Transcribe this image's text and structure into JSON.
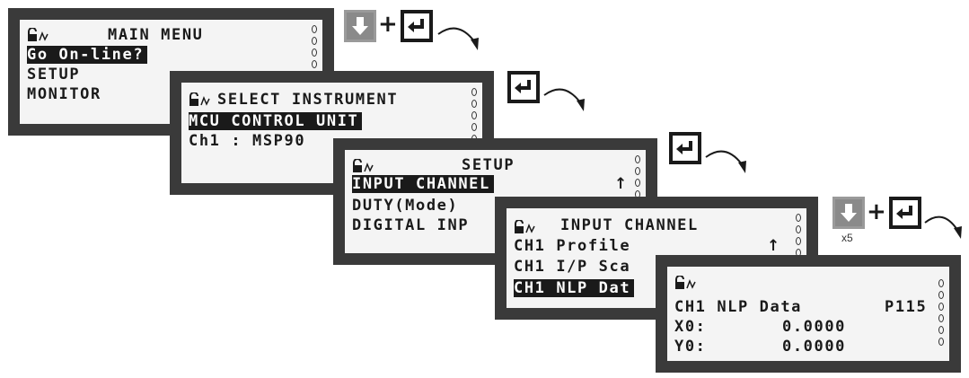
{
  "screens": {
    "main_menu": {
      "title": "MAIN MENU",
      "lines": [
        "Go On-line?",
        "SETUP",
        "MONITOR"
      ]
    },
    "select_instrument": {
      "title": "SELECT INSTRUMENT",
      "lines": [
        "MCU CONTROL UNIT",
        "Ch1 : MSP90"
      ]
    },
    "setup": {
      "title": "SETUP",
      "up_arrow": "↑",
      "lines": [
        "INPUT CHANNEL",
        "DUTY(Mode)",
        "DIGITAL INP"
      ]
    },
    "input_channel": {
      "title": "INPUT CHANNEL",
      "up_arrow": "↑",
      "lines": [
        "CH1 Profile",
        "CH1 I/P Sca",
        "CH1 NLP Dat"
      ]
    },
    "nlp_data": {
      "line1_label": "CH1 NLP Data",
      "line1_value": "P115",
      "x_label": "X0:",
      "x_value": "0.0000",
      "y_label": "Y0:",
      "y_value": "0.0000"
    }
  },
  "keys": {
    "plus": "+",
    "repeat_label": "x5"
  },
  "icons": [
    "lock-icon",
    "signal-icon",
    "down-key-icon",
    "enter-key-icon",
    "curved-arrow-icon"
  ]
}
